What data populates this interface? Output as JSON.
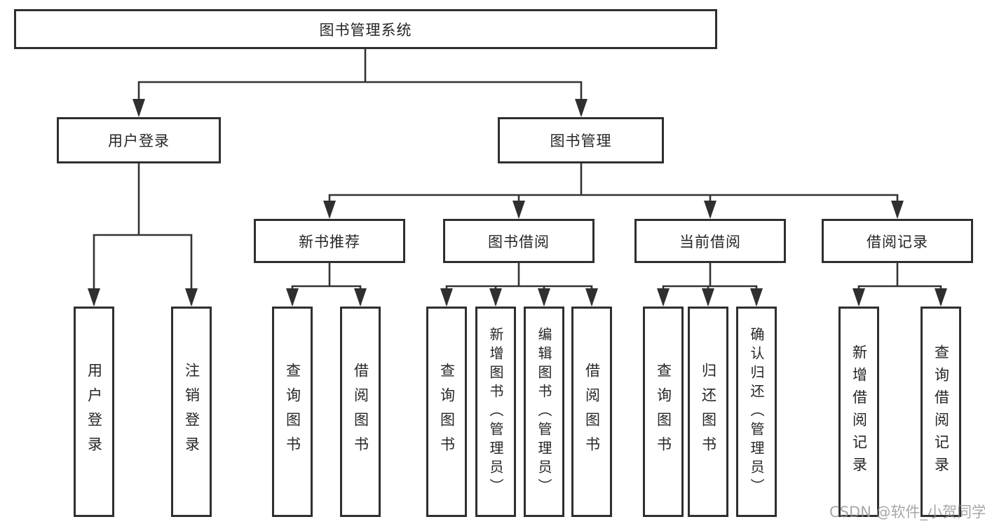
{
  "diagram": {
    "title_node": "图书管理系统",
    "root": {
      "label": "图书管理系统"
    },
    "branches": [
      {
        "label": "用户登录",
        "children": [
          {
            "label": "用户登录"
          },
          {
            "label": "注销登录"
          }
        ]
      },
      {
        "label": "图书管理",
        "children": [
          {
            "label": "新书推荐",
            "children": [
              {
                "label": "查询图书"
              },
              {
                "label": "借阅图书"
              }
            ]
          },
          {
            "label": "图书借阅",
            "children": [
              {
                "label": "查询图书"
              },
              {
                "label": "新增图书（管理员）"
              },
              {
                "label": "编辑图书（管理员）"
              },
              {
                "label": "借阅图书"
              }
            ]
          },
          {
            "label": "当前借阅",
            "children": [
              {
                "label": "查询图书"
              },
              {
                "label": "归还图书"
              },
              {
                "label": "确认归还（管理员）"
              }
            ]
          },
          {
            "label": "借阅记录",
            "children": [
              {
                "label": "新增借阅记录"
              },
              {
                "label": "查询借阅记录"
              }
            ]
          }
        ]
      }
    ],
    "colors": {
      "box_border": "#2f2f2f",
      "connector": "#333333",
      "text": "#262626",
      "background": "#ffffff"
    }
  },
  "watermark": {
    "text": "CSDN @软件_小贺同学"
  }
}
